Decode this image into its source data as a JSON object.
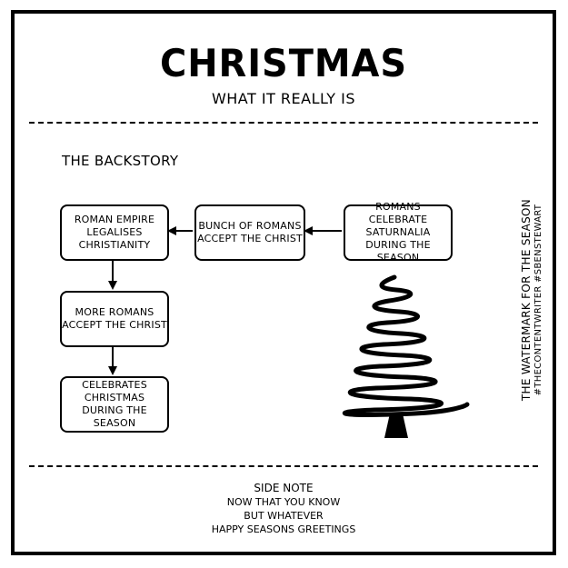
{
  "header": {
    "title": "CHRISTMAS",
    "subtitle": "WHAT IT REALLY IS"
  },
  "section": {
    "heading": "THE BACKSTORY"
  },
  "flow": {
    "boxes": [
      "ROMANS CELEBRATE\nSATURNALIA\nDURING THE SEASON",
      "BUNCH OF ROMANS\nACCEPT THE CHRIST",
      "ROMAN EMPIRE\nLEGALISES\nCHRISTIANITY",
      "MORE ROMANS\nACCEPT THE CHRIST",
      "CELEBRATES\nCHRISTMAS\nDURING THE SEASON"
    ]
  },
  "watermark": {
    "line1": "THE WATERMARK FOR THE SEASON",
    "line2": "#THECONTENTWRITER #SBENSTEWART"
  },
  "side_note": {
    "title": "SIDE NOTE",
    "lines": [
      "NOW THAT YOU KNOW",
      "BUT WHATEVER",
      "HAPPY SEASONS GREETINGS"
    ]
  },
  "icons": {
    "tree": "scribble-christmas-tree-icon"
  }
}
